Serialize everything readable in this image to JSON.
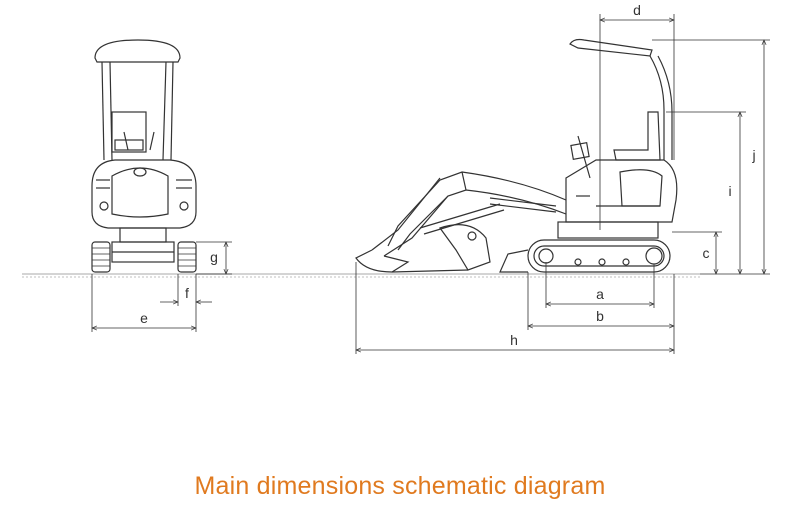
{
  "caption": "Main dimensions schematic diagram",
  "colors": {
    "caption": "#E07A1F",
    "line": "#333333",
    "ground": "#bbbbbb"
  },
  "labels": {
    "a": "a",
    "b": "b",
    "c": "c",
    "d": "d",
    "e": "e",
    "f": "f",
    "g": "g",
    "h": "h",
    "i": "i",
    "j": "j"
  }
}
